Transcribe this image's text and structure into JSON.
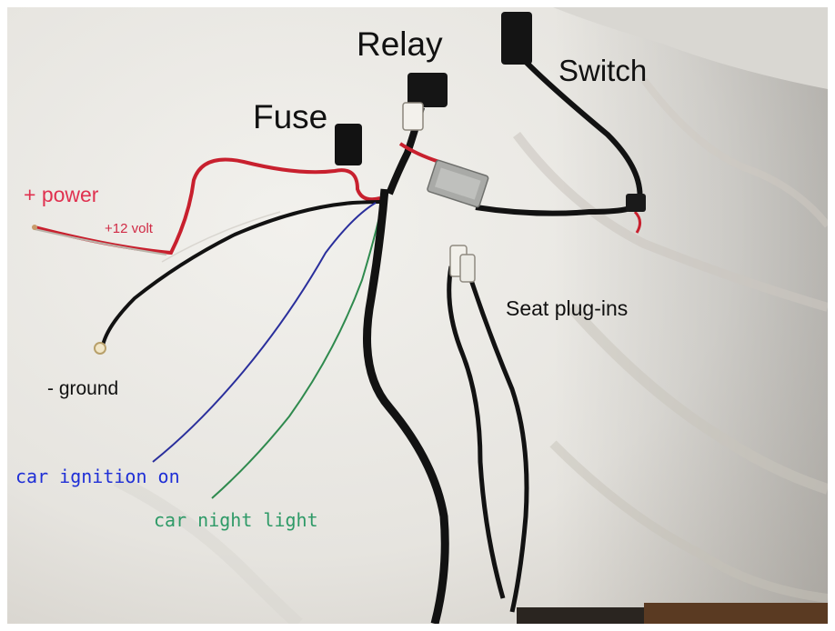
{
  "labels": {
    "relay": "Relay",
    "switch": "Switch",
    "fuse": "Fuse",
    "power": "+ power",
    "volt": "+12 volt",
    "ground": "- ground",
    "seat_plugins": "Seat plug-ins",
    "ignition": "car ignition on",
    "night_light": "car night light"
  },
  "colors": {
    "power_label": "#e0314f",
    "volt_label": "#d02a45",
    "ignition_label": "#1f2fd6",
    "night_light_label": "#2e9a67",
    "black_label": "#111111",
    "red_wire": "#c8202e",
    "blue_wire": "#2a2f9c",
    "green_wire": "#2f8a4e",
    "black_wire": "#121212",
    "sheet": "#e9e7e2"
  }
}
